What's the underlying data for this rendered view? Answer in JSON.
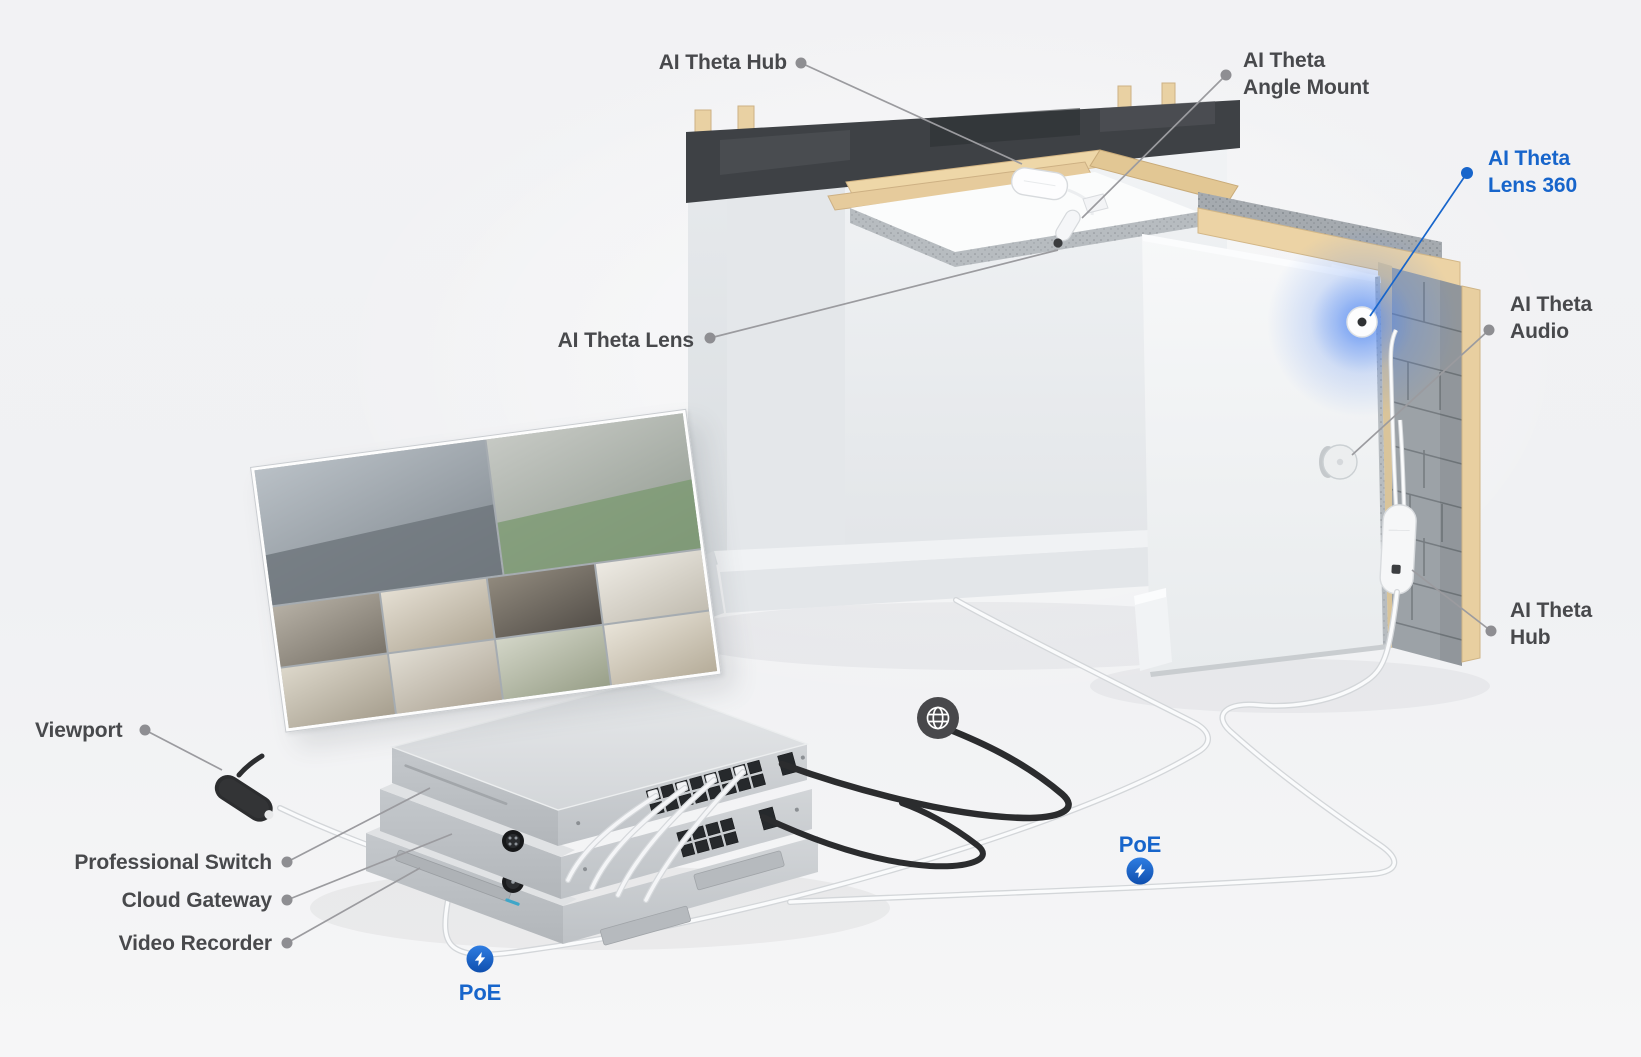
{
  "callouts": {
    "hub_top": {
      "label": "AI Theta Hub"
    },
    "angle_mount": {
      "line1": "AI Theta",
      "line2": "Angle Mount"
    },
    "lens_360": {
      "line1": "AI Theta",
      "line2": "Lens 360"
    },
    "audio": {
      "line1": "AI Theta",
      "line2": "Audio"
    },
    "hub_right": {
      "line1": "AI Theta",
      "line2": "Hub"
    },
    "lens": {
      "label": "AI Theta Lens"
    },
    "viewport": {
      "label": "Viewport"
    },
    "professional_switch": {
      "label": "Professional Switch"
    },
    "cloud_gateway": {
      "label": "Cloud Gateway"
    },
    "video_recorder": {
      "label": "Video Recorder"
    }
  },
  "poe_badges": [
    {
      "label": "PoE",
      "icon": "lightning-bolt-icon"
    },
    {
      "label": "PoE",
      "icon": "lightning-bolt-icon"
    }
  ],
  "icons": {
    "internet": "globe-icon"
  },
  "colors": {
    "accent_blue": "#1765cb",
    "label_gray": "#48494c",
    "badge_blue": "#1f63cf",
    "globe_gray": "#48484b",
    "lens_glow": "#4a83f2"
  },
  "monitor": {
    "feeds": [
      {
        "name": "parking-lot",
        "c1": "#b9c0c6",
        "c2": "#7e868d",
        "accent": "#6d747b"
      },
      {
        "name": "street-intersection",
        "c1": "#c6c9c4",
        "c2": "#8f988e",
        "accent": "#7c9a72"
      },
      {
        "name": "street-houses",
        "c1": "#b5afa4",
        "c2": "#7a746a"
      },
      {
        "name": "lobby-interior",
        "c1": "#e4ded2",
        "c2": "#b0a795"
      },
      {
        "name": "dark-office",
        "c1": "#90897d",
        "c2": "#55504a"
      },
      {
        "name": "bright-office",
        "c1": "#edeae3",
        "c2": "#c2bdb1"
      },
      {
        "name": "meeting-room",
        "c1": "#dcd7ca",
        "c2": "#a79f8f"
      },
      {
        "name": "open-office",
        "c1": "#e0dcd2",
        "c2": "#afa697"
      },
      {
        "name": "plant-office",
        "c1": "#d2d5c7",
        "c2": "#99a089"
      },
      {
        "name": "reception",
        "c1": "#e8e3d8",
        "c2": "#b6ad9a"
      }
    ]
  }
}
